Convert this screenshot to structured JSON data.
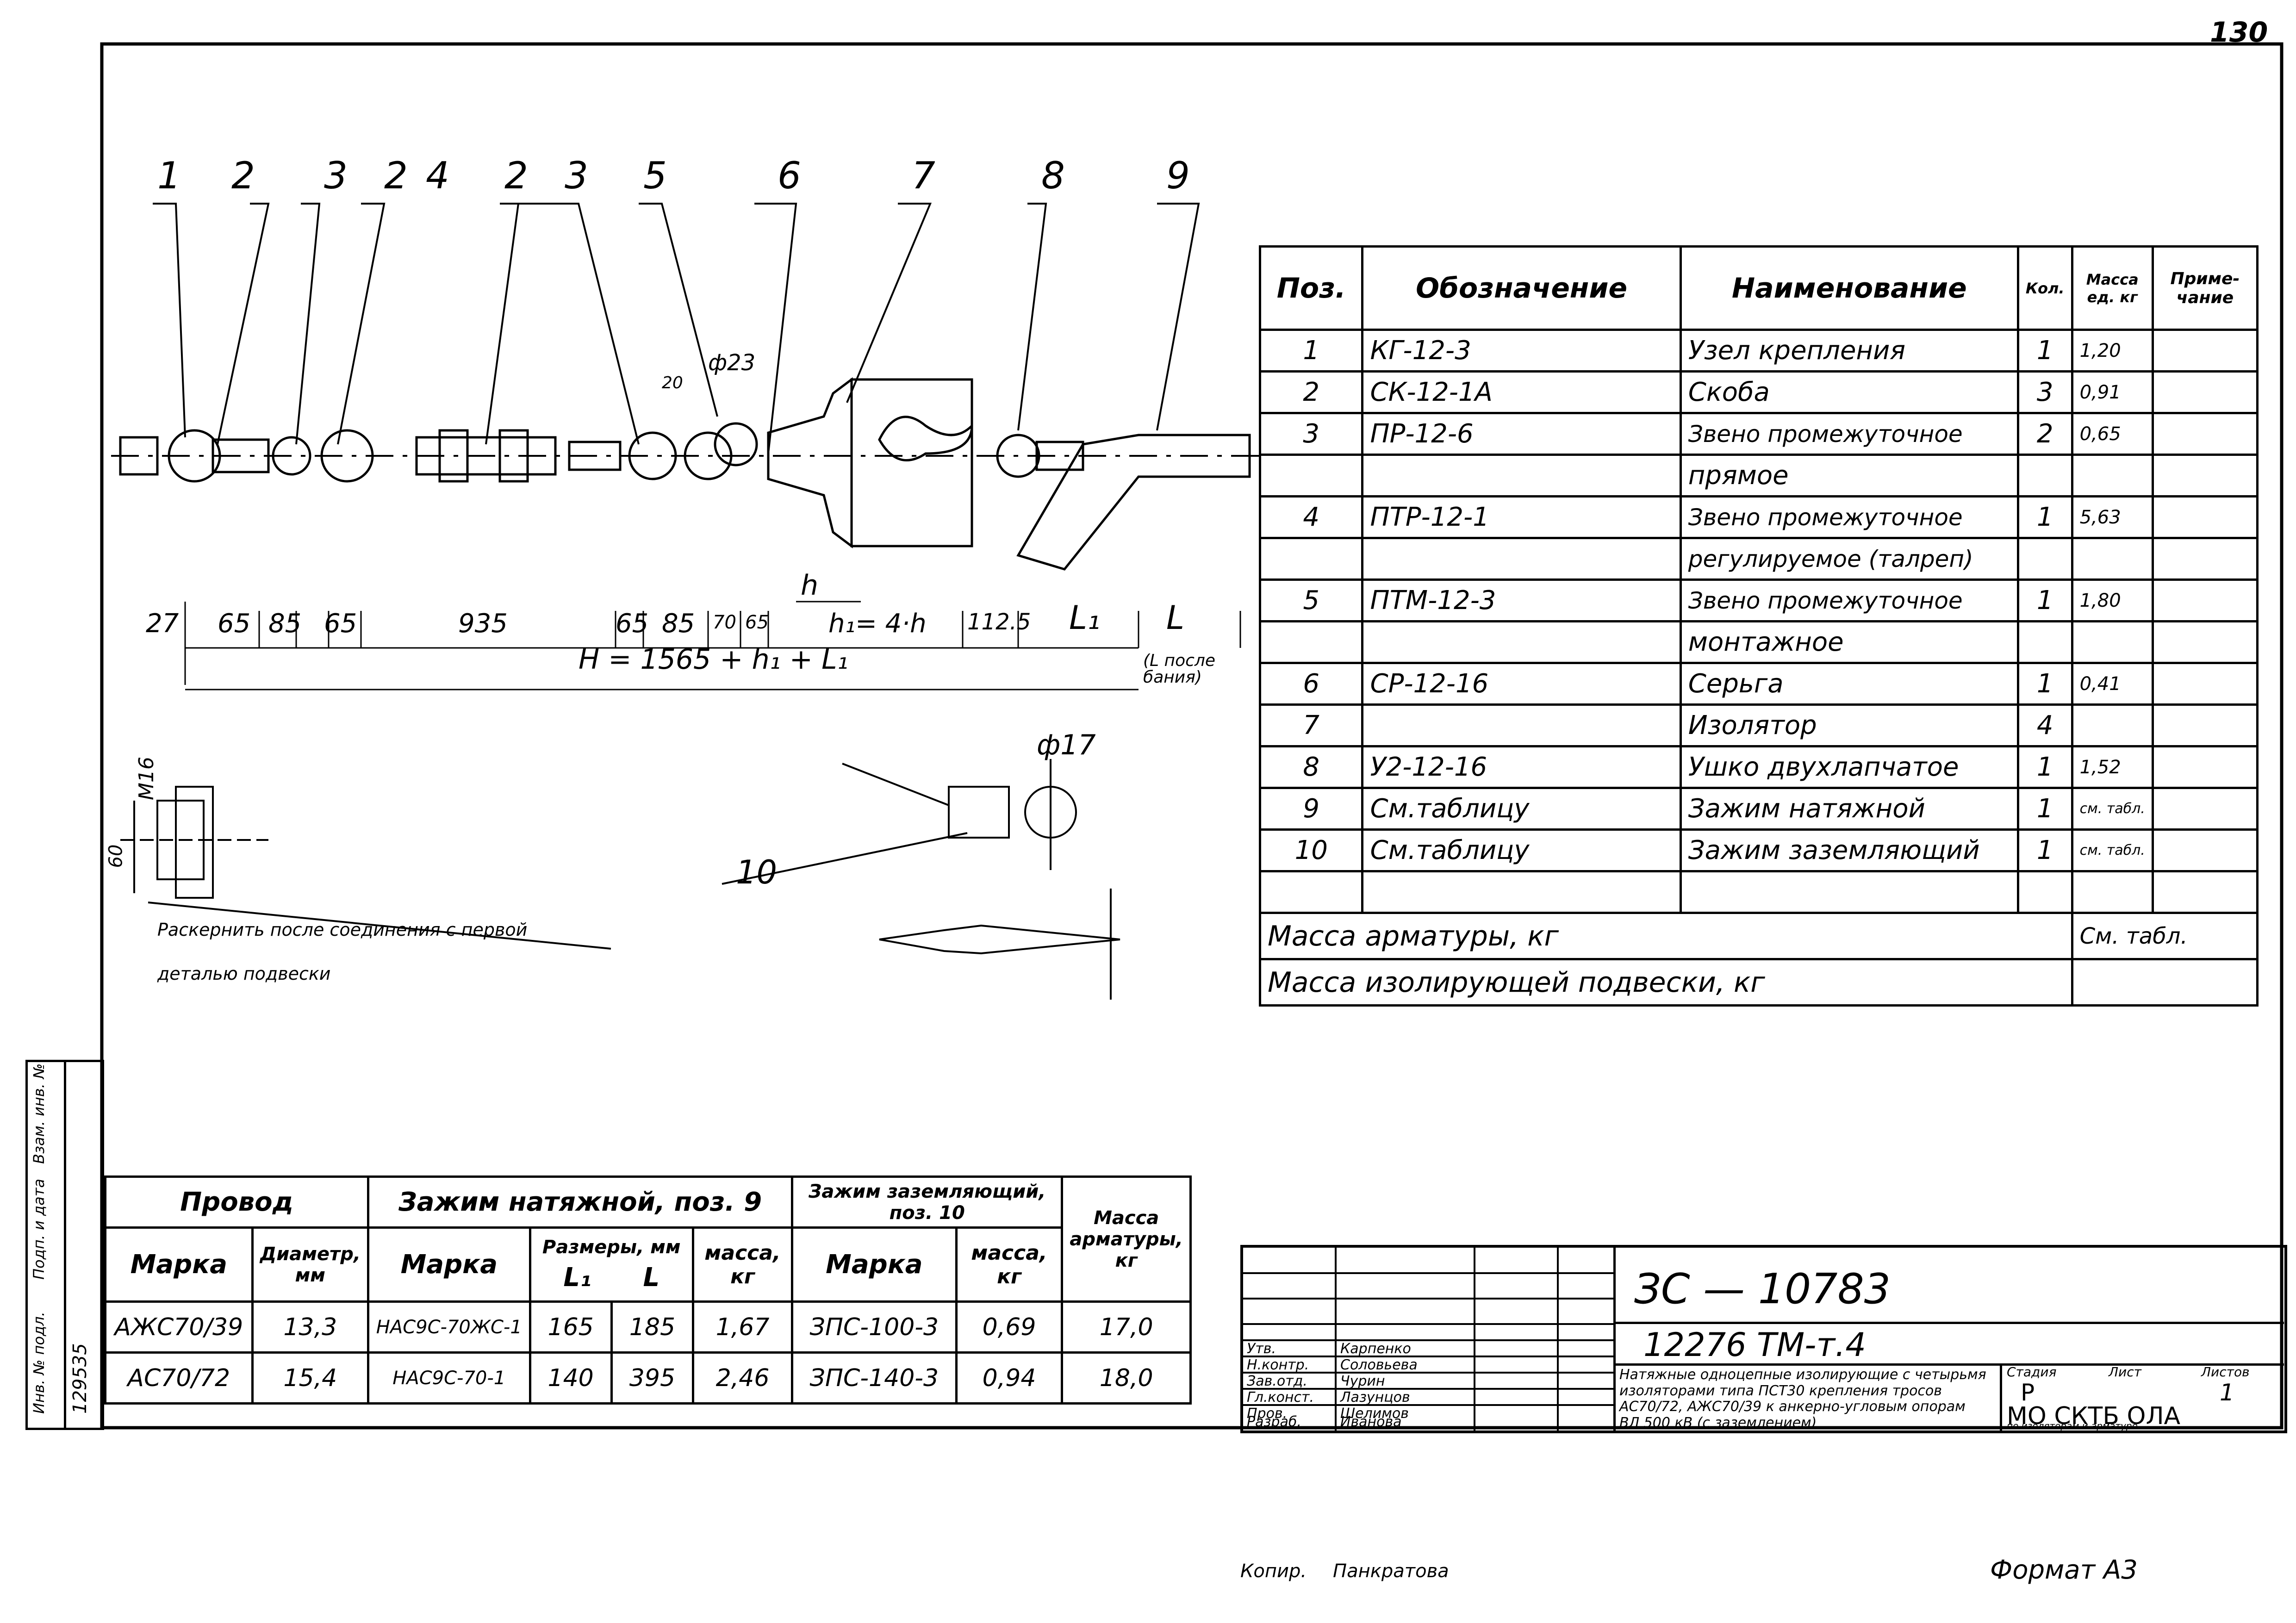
{
  "page_number": "130",
  "callouts": [
    "1",
    "2",
    "3",
    "2",
    "4",
    "2",
    "3",
    "5",
    "6",
    "7",
    "8",
    "9"
  ],
  "dims": {
    "d1": "27",
    "d2": "65",
    "d3": "85",
    "d4": "65",
    "d5": "935",
    "d6": "65",
    "d7": "85",
    "d8": "70",
    "d9": "65",
    "h": "h",
    "h1": "h₁= 4·h",
    "d10": "112.5",
    "L1": "L₁",
    "L": "L",
    "H": "H = 1565 + h₁ + L₁",
    "L_note": "(L после бания)",
    "phi23": "ф23",
    "twenty": "20",
    "phi17": "ф17",
    "m16": "М16",
    "sixty": "60",
    "ten": "10"
  },
  "detail_note_1": "Раскернить после соединения с первой",
  "detail_note_2": "деталью подвески",
  "spec": {
    "headers": [
      "Поз.",
      "Обозначение",
      "Наименование",
      "Кол.",
      "Масса ед. кг",
      "Приме- чание"
    ],
    "rows": [
      [
        "1",
        "КГ-12-3",
        "Узел крепления",
        "1",
        "1,20",
        ""
      ],
      [
        "2",
        "СК-12-1А",
        "Скоба",
        "3",
        "0,91",
        ""
      ],
      [
        "3",
        "ПР-12-6",
        "Звено промежуточное",
        "2",
        "0,65",
        ""
      ],
      [
        "",
        "",
        "прямое",
        "",
        "",
        ""
      ],
      [
        "4",
        "ПТР-12-1",
        "Звено промежуточное",
        "1",
        "5,63",
        ""
      ],
      [
        "",
        "",
        "регулируемое (талреп)",
        "",
        "",
        ""
      ],
      [
        "5",
        "ПТМ-12-3",
        "Звено промежуточное",
        "1",
        "1,80",
        ""
      ],
      [
        "",
        "",
        "монтажное",
        "",
        "",
        ""
      ],
      [
        "6",
        "СР-12-16",
        "Серьга",
        "1",
        "0,41",
        ""
      ],
      [
        "7",
        "",
        "Изолятор",
        "4",
        "",
        ""
      ],
      [
        "8",
        "У2-12-16",
        "Ушко двухлапчатое",
        "1",
        "1,52",
        ""
      ],
      [
        "9",
        "См.таблицу",
        "Зажим натяжной",
        "1",
        "см. табл.",
        ""
      ],
      [
        "10",
        "См.таблицу",
        "Зажим заземляющий",
        "1",
        "см. табл.",
        ""
      ],
      [
        "",
        "",
        "",
        "",
        "",
        ""
      ]
    ],
    "mass_armature_label": "Масса арматуры, кг",
    "mass_armature_value": "См. табл.",
    "mass_insul_label": "Масса изолирующей подвески, кг"
  },
  "wires": {
    "h_wire": "Провод",
    "h_clamp": "Зажим натяжной, поз. 9",
    "h_ground": "Зажим заземляющий, поз. 10",
    "h_mass": "Масса арматуры, кг",
    "h_marka": "Марка",
    "h_diam": "Диаметр, мм",
    "h_marka2": "Марка",
    "h_sizes": "Размеры, мм",
    "h_L1": "L₁",
    "h_L": "L",
    "h_massa": "масса, кг",
    "h_marka3": "Марка",
    "h_massa2": "масса, кг",
    "rows": [
      [
        "АЖС70/39",
        "13,3",
        "НАС9С-70ЖС-1",
        "165",
        "185",
        "1,67",
        "ЗПС-100-3",
        "0,69",
        "17,0"
      ],
      [
        "АС70/72",
        "15,4",
        "НАС9С-70-1",
        "140",
        "395",
        "2,46",
        "ЗПС-140-3",
        "0,94",
        "18,0"
      ]
    ]
  },
  "side_stamp": [
    "Инв. № подл.",
    "Подп. и дата",
    "Взам. инв. №"
  ],
  "side_number": "129535",
  "stamp": {
    "code1": "ЗС — 10783",
    "code2": "12276 ТМ-т.4",
    "roles": [
      "Утв.",
      "Н.контр.",
      "Зав.отд.",
      "Гл.конст.",
      "Пров.",
      "Разраб."
    ],
    "names": [
      "Карпенко",
      "Соловьева",
      "Чурин",
      "Лазунцов",
      "Шелимов",
      "Иванова"
    ],
    "title": "Натяжные одноцепные изолирующие с четырьмя изоляторами типа ПСТ30 крепления тросов АС70/72, АЖС70/39 к анкерно-угловым опорам ВЛ 500 кВ (с заземлением)",
    "stage_h": "Стадия",
    "sheet_h": "Лист",
    "sheets_h": "Листов",
    "stage": "Р",
    "sheet": "",
    "sheets": "1",
    "org": "МО СКТБ ОЛА",
    "org2": "по изоляторам и арматуре",
    "copied_label": "Копир.",
    "copied_name": "Панкратова",
    "format": "Формат А3"
  }
}
